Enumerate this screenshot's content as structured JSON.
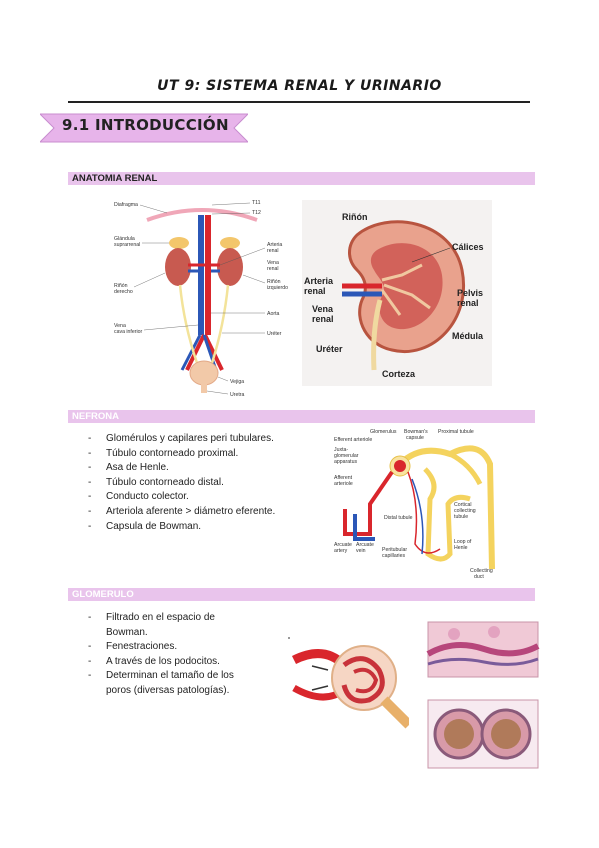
{
  "doc_title": "UT 9: SISTEMA RENAL Y URINARIO",
  "section_title": "9.1 INTRODUCCIÓN",
  "sections": {
    "anatomia": "ANATOMIA RENAL",
    "nefrona": "NEFRONA",
    "glomerulo": "GLOMERULO"
  },
  "fig1_labels": {
    "diafragma": "Diafragma",
    "t11": "T11",
    "t12": "T12",
    "glandula": "Glándula",
    "suprarrenal": "suprarrenal",
    "arteria": "Arteria",
    "renal": "renal",
    "vena": "Vena",
    "vena_renal": "renal",
    "rinon_der": "Riñón",
    "derecho": "derecho",
    "rinon_izq": "Riñón",
    "izquierdo": "izquierdo",
    "aorta": "Aorta",
    "vena_cava": "Vena",
    "cava_inferior": "cava inferior",
    "ureter": "Uréter",
    "vejiga": "Vejiga",
    "uretra": "Uretra"
  },
  "fig2_labels": {
    "rinon": "Riñón",
    "calices": "Cálices",
    "arteria": "Arteria",
    "renal": "renal",
    "vena": "Vena",
    "vena_renal": "renal",
    "pelvis": "Pelvis",
    "pelvis_renal": "renal",
    "ureter": "Uréter",
    "medula": "Médula",
    "corteza": "Corteza"
  },
  "nefrona_items": [
    "Glomérulos y capilares peri tubulares.",
    "Túbulo contorneado proximal.",
    "Asa de Henle.",
    "Túbulo contorneado distal.",
    "Conducto colector.",
    "Arteriola aferente > diámetro eferente.",
    "Capsula de Bowman."
  ],
  "fig3_labels": {
    "glomerulus": "Glomerulus",
    "bowmans": "Bowman's",
    "capsule": "capsule",
    "proximal": "Proximal tubule",
    "efferent": "Efferent arteriole",
    "juxta": "Juxta-",
    "glomerular": "glomerular",
    "apparatus": "apparatus",
    "afferent": "Afferent",
    "arteriole": "arteriole",
    "distal": "Distal tubule",
    "cortical": "Cortical",
    "collecting": "collecting",
    "tubule": "tubule",
    "arcuate_artery": "Arcuate",
    "artery": "artery",
    "arcuate_vein": "Arcuate",
    "vein": "vein",
    "peritubular": "Peritubular",
    "capillaries": "capillaries",
    "loop": "Loop of",
    "henle": "Henle",
    "collecting_duct": "Collecting",
    "duct": "duct"
  },
  "glomerulo_items": [
    "Filtrado en el espacio de Bowman.",
    "Fenestraciones.",
    "A través de los podocitos.",
    "Determinan el tamaño de los poros (diversas patologías)."
  ],
  "colors": {
    "ribbon": "#e7b4ea",
    "bar": "#e9c4ec",
    "artery": "#d9262c",
    "vein": "#2b57b7",
    "tubule": "#f4d35e",
    "kidney": "#c85a50"
  }
}
